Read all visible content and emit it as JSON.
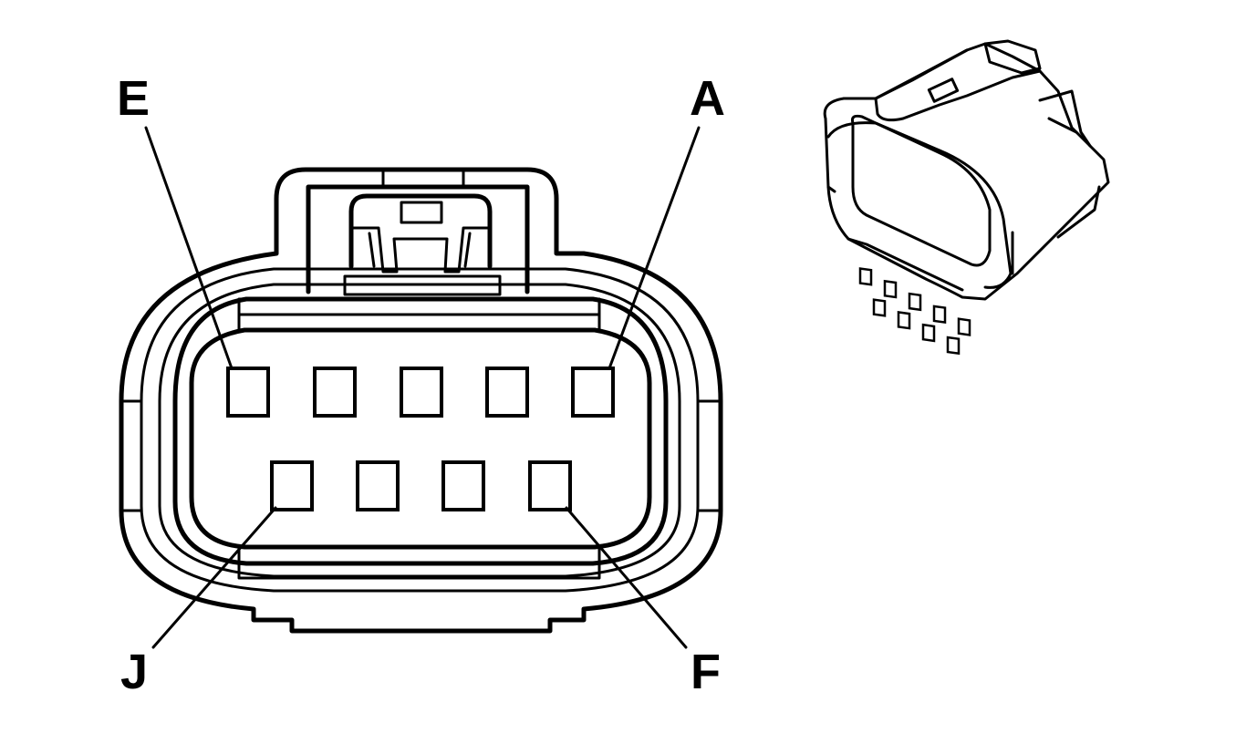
{
  "diagram": {
    "type": "connector-end-view",
    "pin_count": 9,
    "rows": [
      [
        "E",
        "",
        "",
        "",
        "A"
      ],
      [
        "J",
        "",
        "",
        "F"
      ]
    ],
    "callouts": {
      "pin_a": "A",
      "pin_e": "E",
      "pin_f": "F",
      "pin_j": "J"
    },
    "colors": {
      "line": "#000000",
      "background": "#ffffff"
    }
  }
}
